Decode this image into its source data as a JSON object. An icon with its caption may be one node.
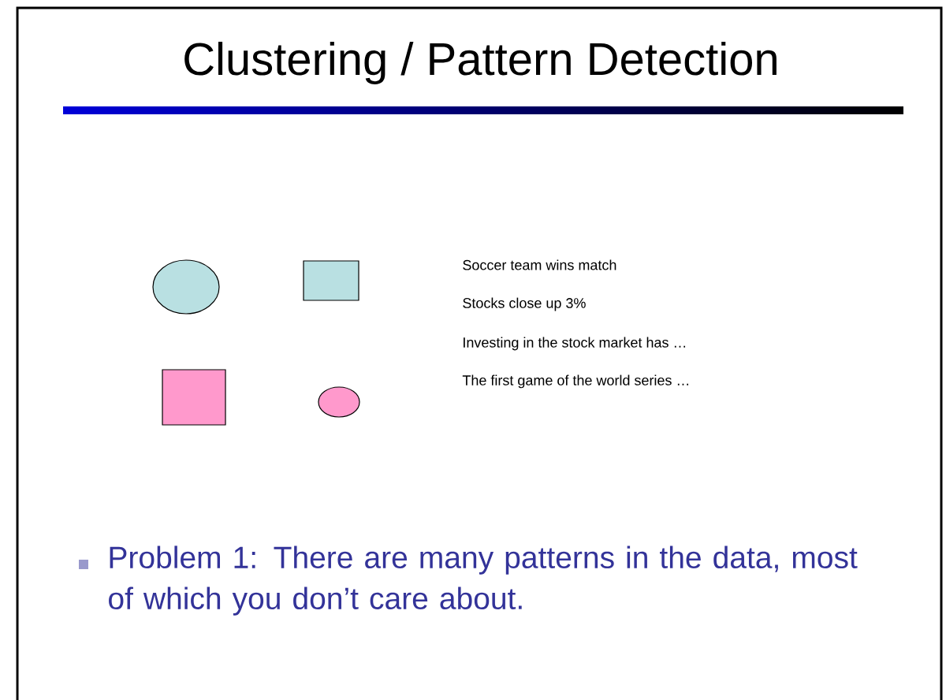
{
  "diagram": {
    "title": "Clustering / Pattern Detection",
    "nodes": [
      {
        "text": [],
        "shape": "circle"
      },
      {
        "text": [],
        "shape": "box"
      },
      {
        "text": [],
        "shape": "box"
      },
      {
        "text": [],
        "shape": "circle"
      }
    ],
    "edges": [],
    "labels": [
      "Soccer team wins match",
      "Stocks close up 3%",
      "Investing in the stock market has …",
      "The first game of the world series …",
      "Problem 1: There are many patterns in the data, most of which you don’t care about."
    ]
  }
}
